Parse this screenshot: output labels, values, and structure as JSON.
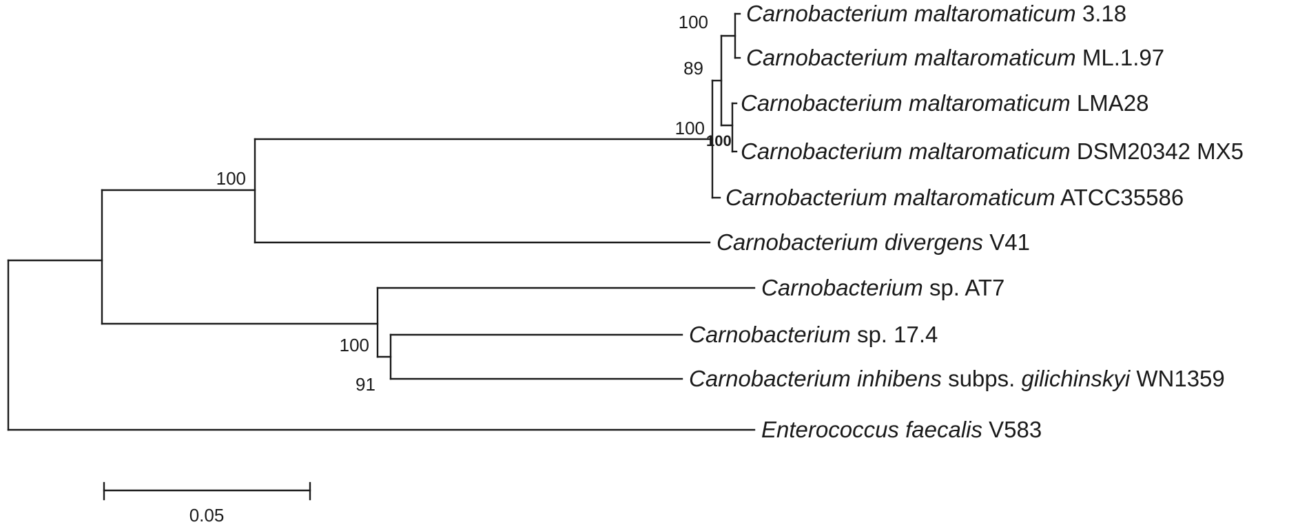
{
  "taxa": {
    "t1": {
      "genus": "Carnobacterium",
      "species": "maltaromaticum",
      "strain": "3.18"
    },
    "t2": {
      "genus": "Carnobacterium",
      "species": "maltaromaticum",
      "strain": "ML.1.97"
    },
    "t3": {
      "genus": "Carnobacterium",
      "species": "maltaromaticum",
      "strain": "LMA28"
    },
    "t4": {
      "genus": "Carnobacterium",
      "species": "maltaromaticum",
      "strain": "DSM20342 MX5"
    },
    "t5": {
      "genus": "Carnobacterium",
      "species": "maltaromaticum",
      "strain": "ATCC35586"
    },
    "t6": {
      "genus": "Carnobacterium",
      "species": "divergens",
      "strain": "V41"
    },
    "t7": {
      "genus": "Carnobacterium",
      "rest": "sp. AT7"
    },
    "t8": {
      "genus": "Carnobacterium",
      "rest": "sp. 17.4"
    },
    "t9": {
      "genus": "Carnobacterium",
      "species": "inhibens",
      "subsp_word": "subps.",
      "subspecies": "gilichinskyi",
      "strain": "WN1359"
    },
    "t10": {
      "genus": "Enterococcus",
      "species": "faecalis",
      "strain": "V583"
    }
  },
  "support": {
    "n_t1t2": "100",
    "n_t1to4": "89",
    "n_malta": "100",
    "n_t3t4": "100",
    "n_carnoA": "100",
    "n_carnoB": "100",
    "n_t8t9": "91"
  },
  "scale_bar": {
    "label": "0.05"
  }
}
